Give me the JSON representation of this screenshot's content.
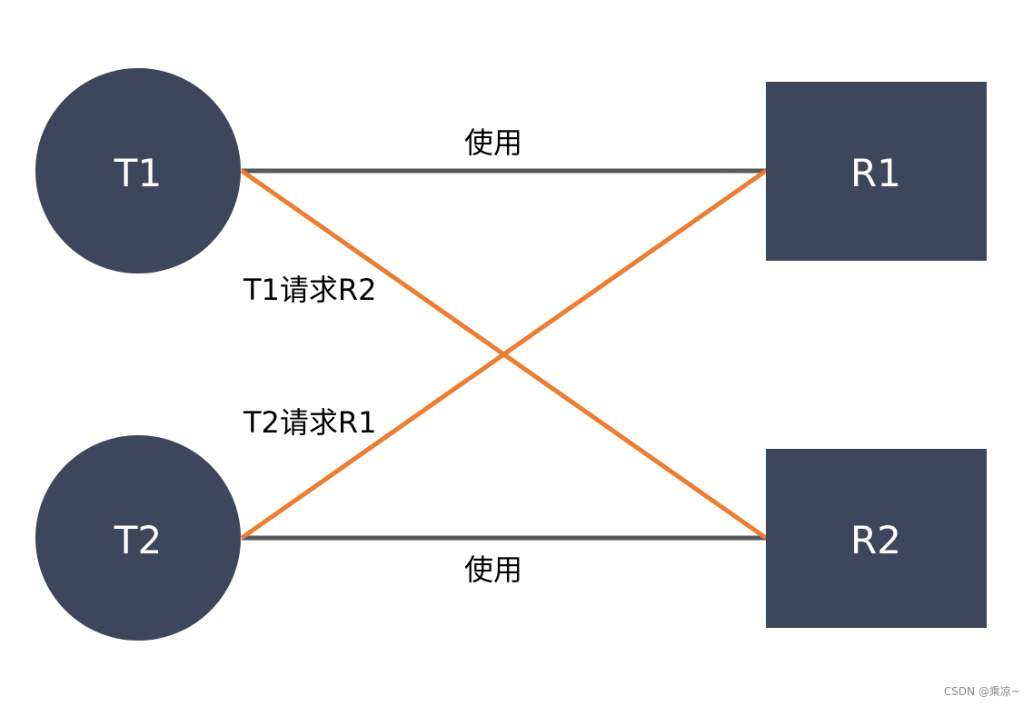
{
  "nodes": {
    "t1": {
      "label": "T1"
    },
    "t2": {
      "label": "T2"
    },
    "r1": {
      "label": "R1"
    },
    "r2": {
      "label": "R2"
    }
  },
  "edges": {
    "t1_uses_r1": {
      "label": "使用"
    },
    "t2_uses_r2": {
      "label": "使用"
    },
    "t1_requests_r2": {
      "label": "T1请求R2"
    },
    "t2_requests_r1": {
      "label": "T2请求R1"
    }
  },
  "colors": {
    "node_fill": "#3d475b",
    "use_edge": "#595959",
    "request_edge": "#ed7d31",
    "node_text": "#ffffff",
    "edge_text": "#000000"
  },
  "watermark": "CSDN @乘凉~"
}
